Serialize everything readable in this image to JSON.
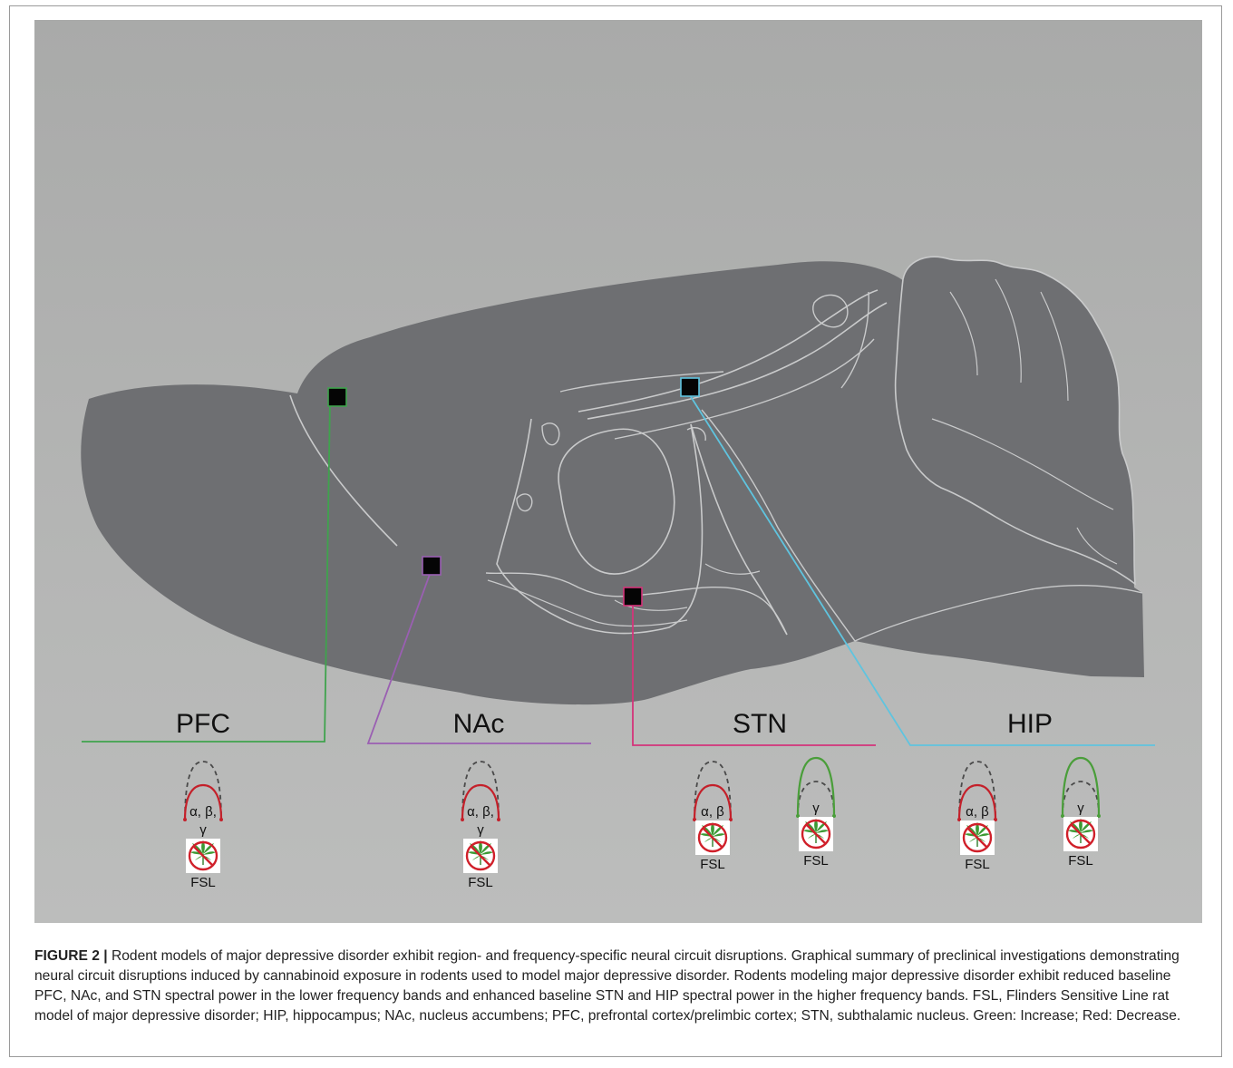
{
  "figure": {
    "regions": [
      {
        "id": "pfc",
        "label": "PFC",
        "color": "#3fa34d"
      },
      {
        "id": "nac",
        "label": "NAc",
        "color": "#9a5fb2"
      },
      {
        "id": "stn",
        "label": "STN",
        "color": "#d4347a"
      },
      {
        "id": "hip",
        "label": "HIP",
        "color": "#5fc4df"
      }
    ],
    "indicators": [
      {
        "region": "PFC",
        "direction": "decrease",
        "bands_line1": "α, β,",
        "bands_line2": "γ",
        "model": "FSL"
      },
      {
        "region": "NAc",
        "direction": "decrease",
        "bands_line1": "α, β,",
        "bands_line2": "γ",
        "model": "FSL"
      },
      {
        "region": "STN",
        "direction": "decrease",
        "bands_line1": "α, β",
        "bands_line2": "",
        "model": "FSL"
      },
      {
        "region": "STN",
        "direction": "increase",
        "bands_line1": "γ",
        "bands_line2": "",
        "model": "FSL"
      },
      {
        "region": "HIP",
        "direction": "decrease",
        "bands_line1": "α, β",
        "bands_line2": "",
        "model": "FSL"
      },
      {
        "region": "HIP",
        "direction": "increase",
        "bands_line1": "γ",
        "bands_line2": "",
        "model": "FSL"
      }
    ],
    "colors": {
      "brain_fill": "#6e6f72",
      "brain_outline": "#c9cacb",
      "increase": "#4a9e3a",
      "decrease": "#c4202a",
      "baseline": "#4a4a4a"
    },
    "icons": {
      "cannabis_prohibited": "no-cannabis-icon"
    }
  },
  "caption": {
    "label": "FIGURE 2 |",
    "text": "Rodent models of major depressive disorder exhibit region- and frequency-specific neural circuit disruptions. Graphical summary of preclinical investigations demonstrating neural circuit disruptions induced by cannabinoid exposure in rodents used to model major depressive disorder. Rodents modeling major depressive disorder exhibit reduced baseline PFC, NAc, and STN spectral power in the lower frequency bands and enhanced baseline STN and HIP spectral power in the higher frequency bands. FSL, Flinders Sensitive Line rat model of major depressive disorder; HIP, hippocampus; NAc, nucleus accumbens; PFC, prefrontal cortex/prelimbic cortex; STN, subthalamic nucleus. Green: Increase; Red: Decrease."
  }
}
